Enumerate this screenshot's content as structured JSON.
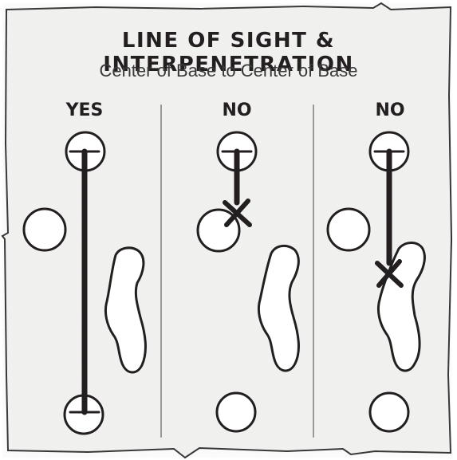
{
  "title": "LINE OF SIGHT & INTERPENETRATION",
  "subtitle": "Center of Base to Center of Base",
  "columns": [
    {
      "label": "YES",
      "result": "clear"
    },
    {
      "label": "NO",
      "result": "blocked-by-model"
    },
    {
      "label": "NO",
      "result": "blocked-by-terrain"
    }
  ],
  "colors": {
    "ink": "#231f20",
    "paper": "#f4f4f2",
    "divider": "#9a9a9a"
  }
}
